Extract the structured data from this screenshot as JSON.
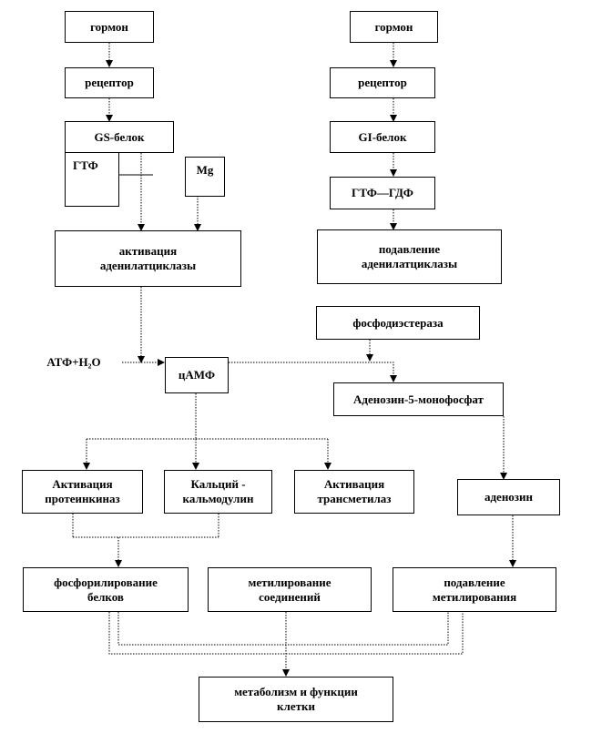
{
  "left_branch": {
    "hormone": "гормон",
    "receptor": "рецептор",
    "gs_protein": "GS-белок",
    "gtp": "ГТФ",
    "mg": "Mg",
    "activation": "активация\nаденилатциклазы"
  },
  "right_branch": {
    "hormone": "гормон",
    "receptor": "рецептор",
    "gi_protein": "GI-белок",
    "gtp_gdp": "ГТФ—ГДФ",
    "suppression": "подавление\nаденилатциклазы"
  },
  "middle": {
    "atp": "АТФ+Н₂О",
    "camp": "цАМФ",
    "phosphodiesterase": "фосфодиэстераза",
    "amp": "Аденозин-5-монофосфат"
  },
  "effects": {
    "protein_kinase": "Активация\nпротеинкиназ",
    "calmodulin": "Кальций -\nкальмодулин",
    "transmethylase": "Активация\nтрансметилаз",
    "adenosine": "аденозин"
  },
  "outcomes": {
    "phosphorylation": "фосфорилирование\nбелков",
    "methylation": "метилирование\nсоединений",
    "suppression_methylation": "подавление\nметилирования",
    "metabolism": "метаболизм и функции\nклетки"
  }
}
